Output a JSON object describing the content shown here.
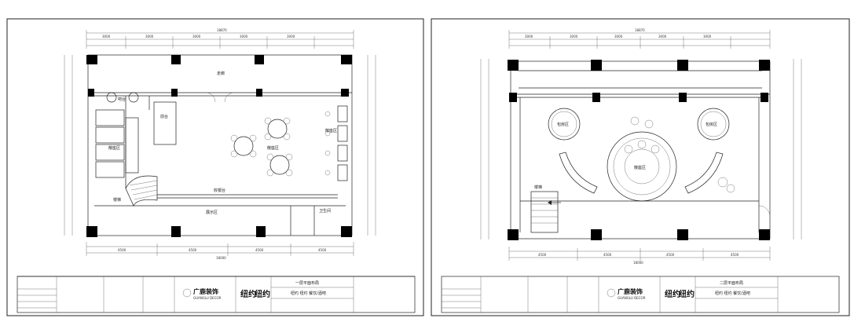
{
  "sheets": [
    {
      "room_labels": {
        "porch": "走廊",
        "bar": "吧台",
        "reception": "前台",
        "seating_left": "散座区",
        "seating_center": "散座区",
        "seating_right": "散座区",
        "cashier": "收银台",
        "stair": "楼梯",
        "display": "展示区",
        "wc": "卫生间"
      },
      "title": {
        "brand_cn": "广鹿装饰",
        "brand_en": "GUANGLU DECOR",
        "project1": "纽约",
        "project2": "纽约",
        "drawing_name": "一层平面布局",
        "drawing_sub": "纽约 纽约 餐饮/酒吧"
      },
      "dims_top": [
        "18870",
        "3000",
        "3000",
        "3000",
        "3000",
        "3000"
      ],
      "dims_bottom": [
        "18000",
        "4500",
        "4500",
        "4500",
        "4500"
      ]
    },
    {
      "room_labels": {
        "vip_left": "包房区",
        "vip_right": "包房区",
        "center": "散座区",
        "stair": "楼梯"
      },
      "title": {
        "brand_cn": "广鹿装饰",
        "brand_en": "GUANGLU DECOR",
        "project1": "纽约",
        "project2": "纽约",
        "drawing_name": "二层平面布局",
        "drawing_sub": "纽约 纽约 餐饮/酒吧"
      },
      "dims_top": [
        "18870",
        "3000",
        "3000",
        "3000",
        "3000",
        "3000"
      ],
      "dims_bottom": [
        "18000",
        "4500",
        "4500",
        "4500",
        "4500"
      ]
    }
  ]
}
